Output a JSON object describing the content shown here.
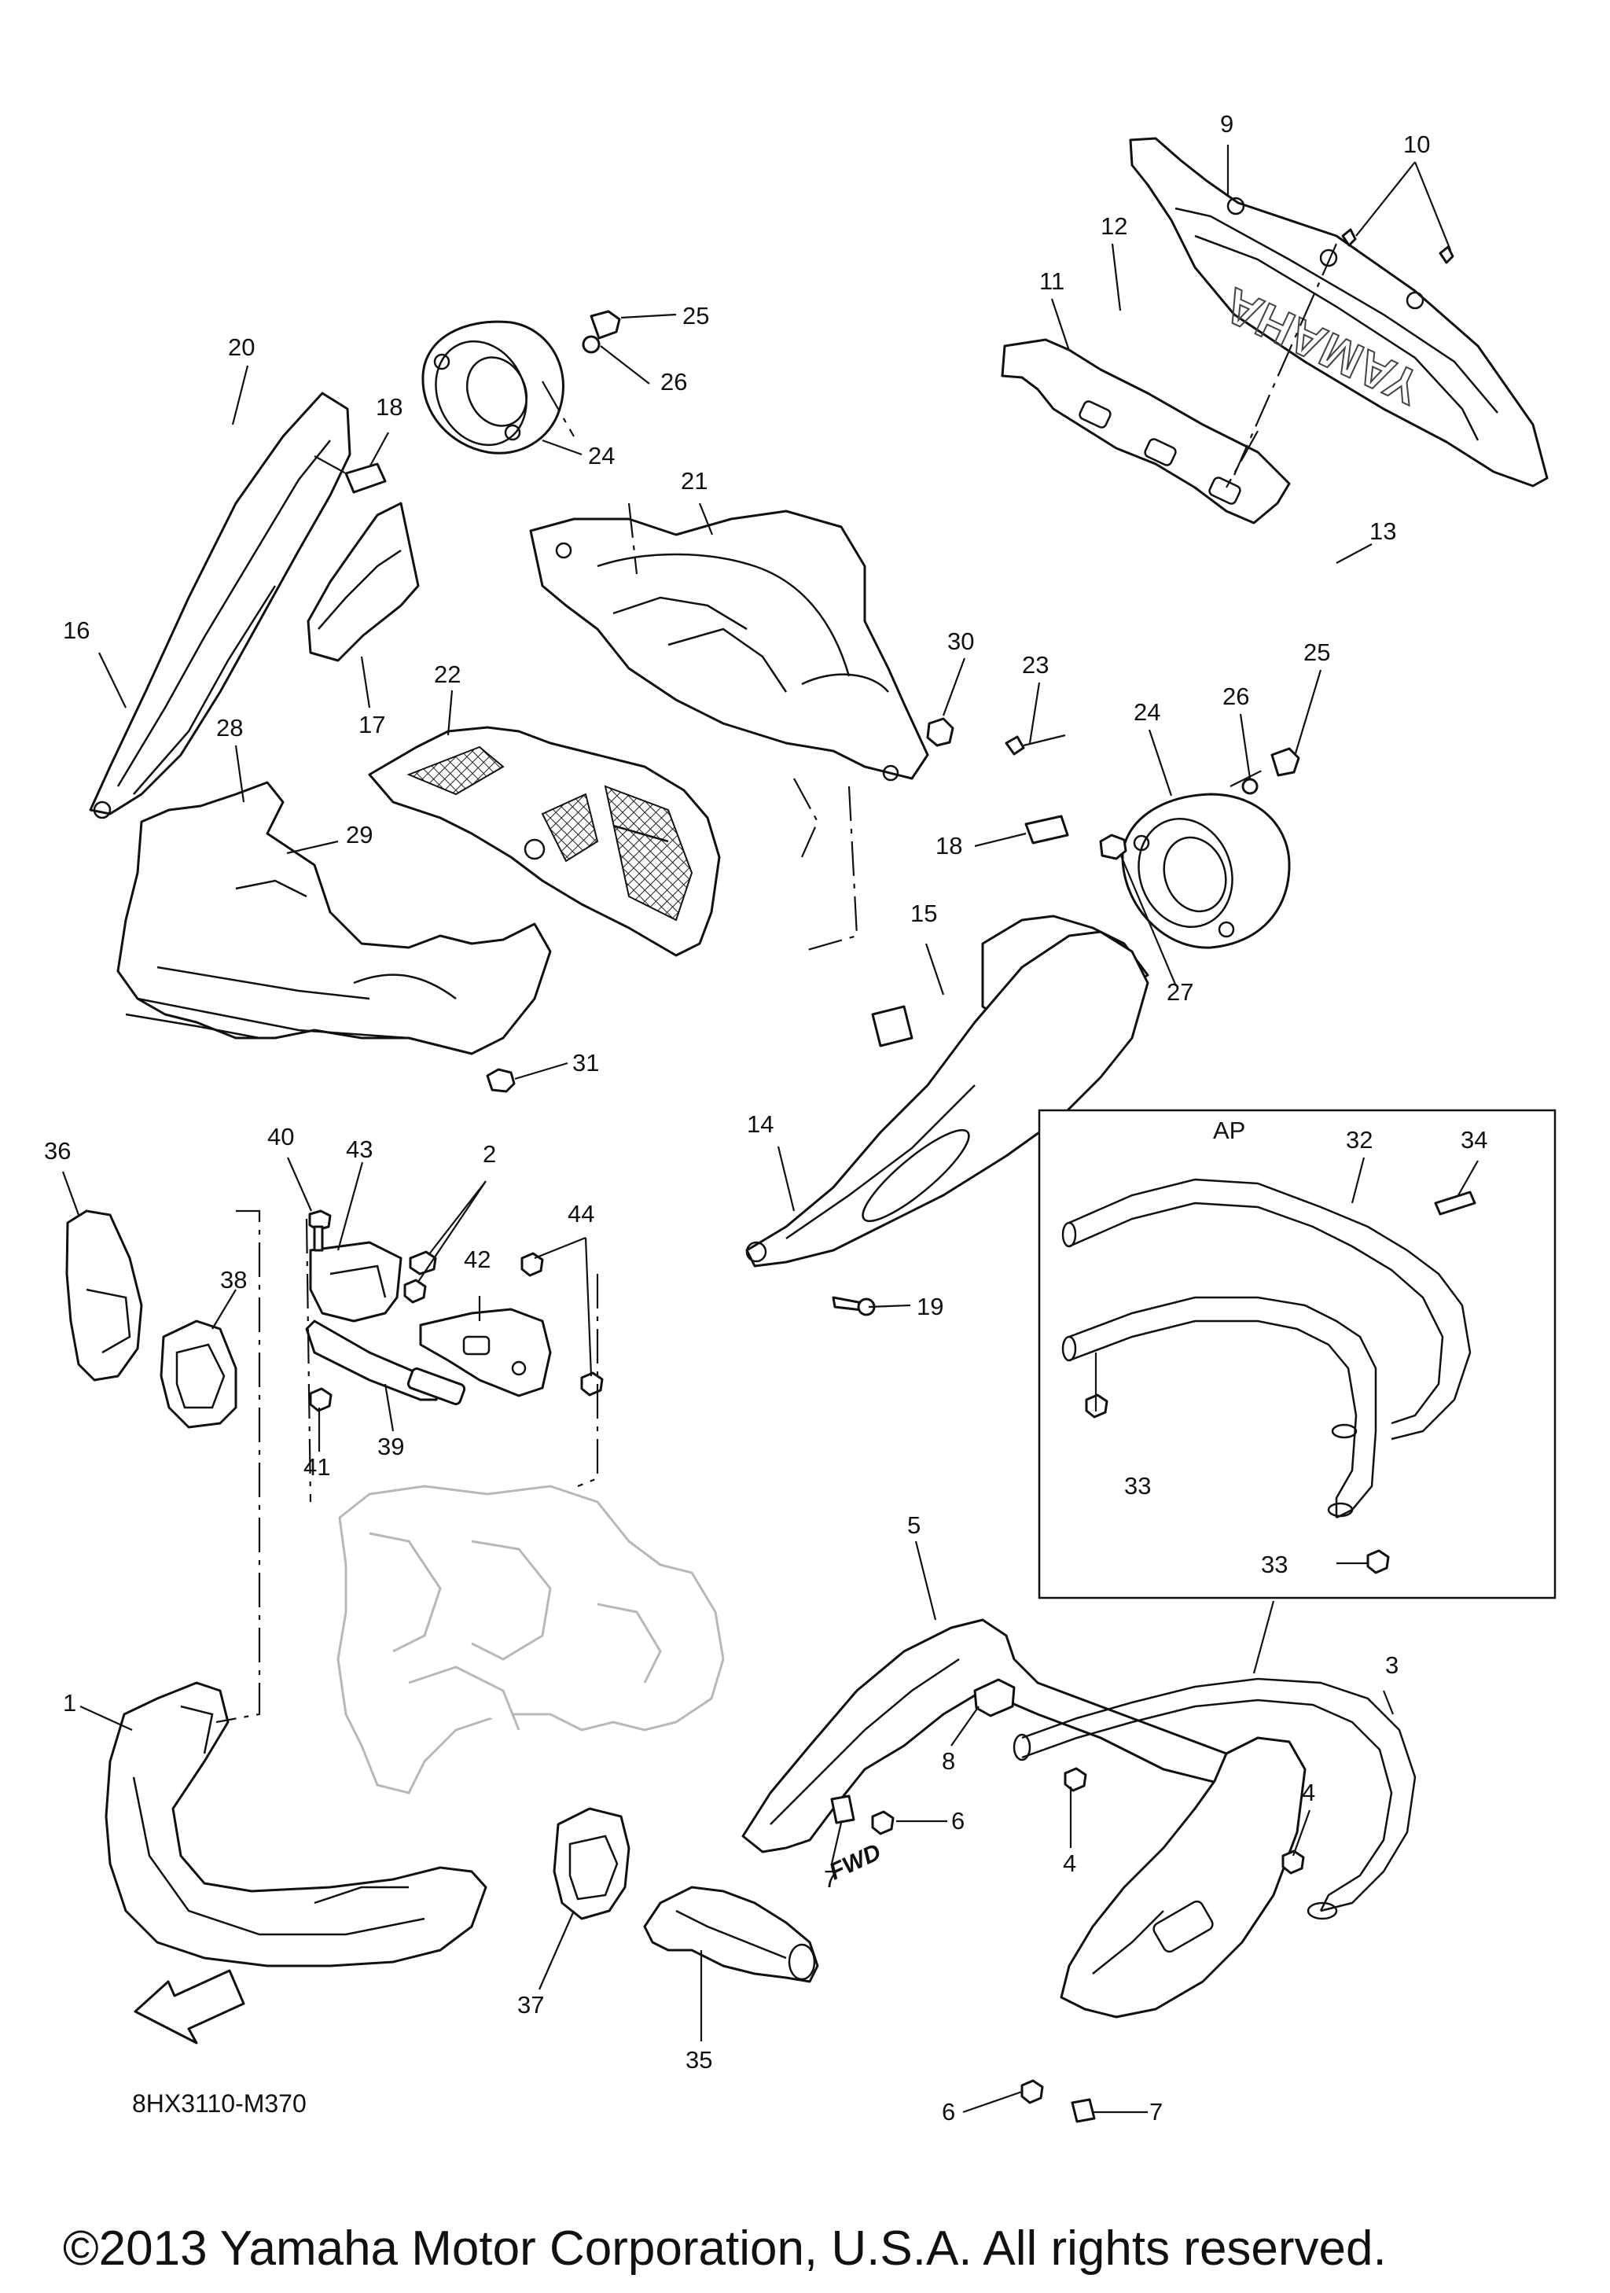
{
  "diagram_code": "8HX3110-M370",
  "copyright": "©2013 Yamaha Motor Corporation, U.S.A. All rights reserved.",
  "fwd_label": "FWD",
  "accessory_box_label": "AP",
  "brand_watermark": "YAMAHA",
  "callouts": [
    "1",
    "2",
    "3",
    "4",
    "5",
    "6",
    "7",
    "8",
    "9",
    "10",
    "11",
    "12",
    "13",
    "14",
    "15",
    "16",
    "17",
    "18",
    "19",
    "20",
    "21",
    "22",
    "23",
    "24",
    "25",
    "26",
    "27",
    "28",
    "29",
    "30",
    "31",
    "32",
    "33",
    "34",
    "35",
    "36",
    "37",
    "38",
    "39",
    "40",
    "41",
    "42",
    "43",
    "44"
  ]
}
